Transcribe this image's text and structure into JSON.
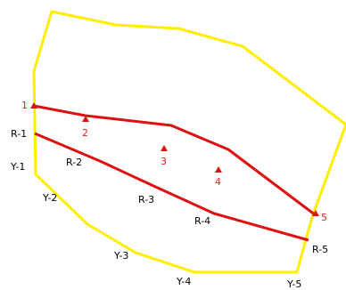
{
  "colors": {
    "background": "#ffffff",
    "boundary": "#ffee00",
    "route": "#dd1111",
    "point_label": "#dd2222",
    "segment_label": "#000000"
  },
  "points": [
    {
      "id": "1",
      "label": "1"
    },
    {
      "id": "2",
      "label": "2"
    },
    {
      "id": "3",
      "label": "3"
    },
    {
      "id": "4",
      "label": "4"
    },
    {
      "id": "5",
      "label": "5"
    }
  ],
  "red_labels": [
    {
      "id": "R-1",
      "label": "R-1"
    },
    {
      "id": "R-2",
      "label": "R-2"
    },
    {
      "id": "R-3",
      "label": "R-3"
    },
    {
      "id": "R-4",
      "label": "R-4"
    },
    {
      "id": "R-5",
      "label": "R-5"
    }
  ],
  "yellow_labels": [
    {
      "id": "Y-1",
      "label": "Y-1"
    },
    {
      "id": "Y-2",
      "label": "Y-2"
    },
    {
      "id": "Y-3",
      "label": "Y-3"
    },
    {
      "id": "Y-4",
      "label": "Y-4"
    },
    {
      "id": "Y-5",
      "label": "Y-5"
    }
  ]
}
